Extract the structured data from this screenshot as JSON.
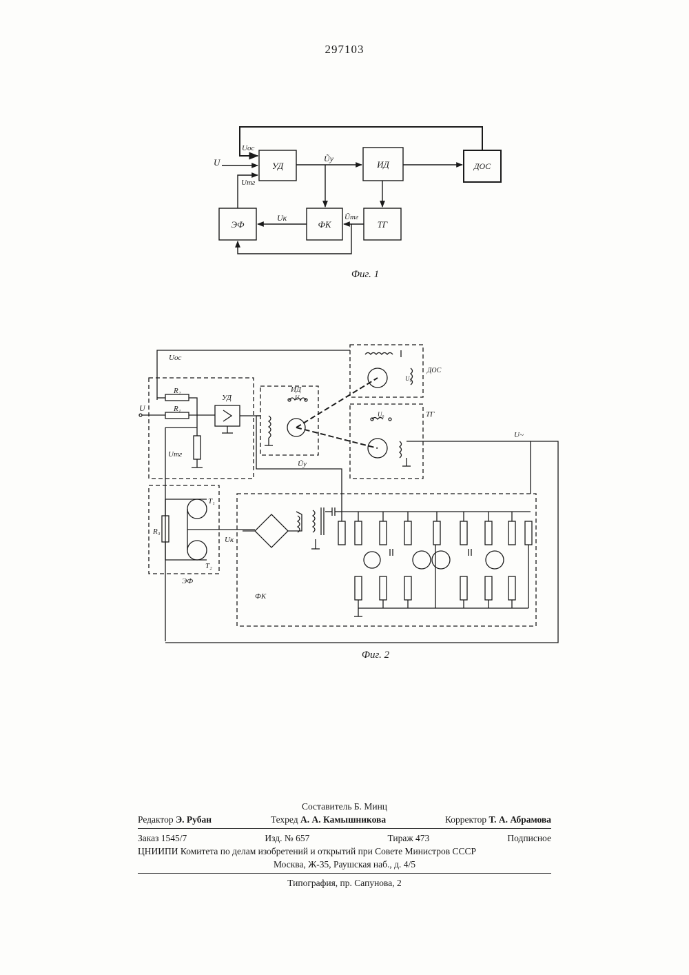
{
  "document": {
    "patent_number": "297103"
  },
  "fig1": {
    "caption": "Фиг. 1",
    "blocks": {
      "ud": "УД",
      "id": "ИД",
      "dos": "ДОС",
      "ef": "ЭФ",
      "fk": "ФК",
      "tg": "ТГ"
    },
    "signals": {
      "u": "U",
      "u_oc": "Uос",
      "u_tg": "Uтг",
      "u_y": "Ũу",
      "u_k": "Uк",
      "u_tg2": "Ũтг"
    }
  },
  "fig2": {
    "caption": "Фиг. 2",
    "labels": {
      "u_oc": "Uос",
      "u": "U",
      "r2": "R₂",
      "r1": "R₁",
      "ud": "УД",
      "u_tg": "Uтг",
      "id": "ИД",
      "u0_a": "U₀",
      "dos": "ДОС",
      "u0_b": "U₀",
      "u0_c": "U₀",
      "tg": "ТГ",
      "u_y": "Ũу",
      "u_right": "U~",
      "t1": "T₁",
      "t2": "T₂",
      "r3": "R₃",
      "u_k": "Uк",
      "ef": "ЭФ",
      "fk": "ФК"
    }
  },
  "imprint": {
    "compiler": "Составитель Б. Минц",
    "editor_label": "Редактор",
    "editor_name": "Э. Рубан",
    "techred_label": "Техред",
    "techred_name": "А. А. Камышникова",
    "corrector_label": "Корректор",
    "corrector_name": "Т. А. Абрамова",
    "order": "Заказ 1545/7",
    "edition": "Изд. № 657",
    "circulation": "Тираж 473",
    "subscription": "Подписное",
    "org_line1": "ЦНИИПИ Комитета по делам изобретений и открытий при Совете Министров СССР",
    "org_line2": "Москва, Ж-35, Раушская наб., д. 4/5",
    "printer": "Типография, пр. Сапунова, 2"
  }
}
